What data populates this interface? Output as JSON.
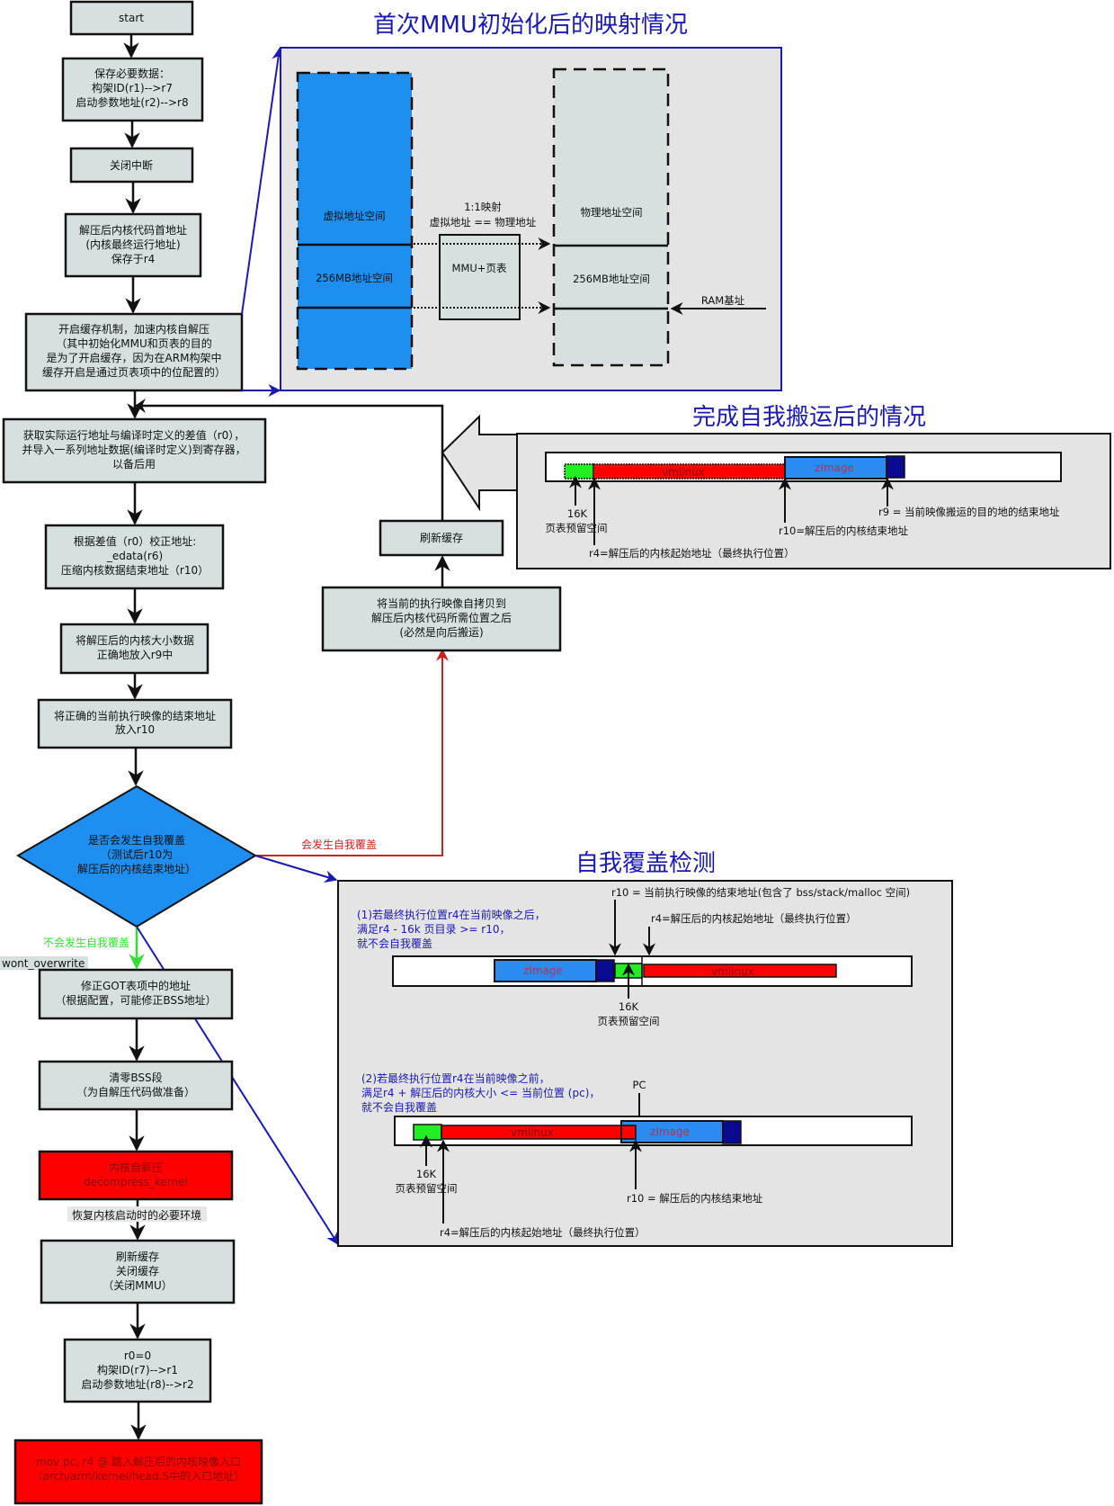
{
  "flow": {
    "start": "start",
    "save_data": [
      "保存必要数据：",
      "构架ID(r1)-->r7",
      "启动参数地址(r2)-->r8"
    ],
    "disable_irq": "关闭中断",
    "kernel_addr": [
      "解压后内核代码首地址",
      "(内核最终运行地址)",
      "保存于r4"
    ],
    "enable_cache": [
      "开启缓存机制，加速内核自解压",
      "（其中初始化MMU和页表的目的",
      "是为了开启缓存，因为在ARM构架中",
      "缓存开启是通过页表项中的位配置的）"
    ],
    "get_offset": [
      "获取实际运行地址与编译时定义的差值（r0），",
      "并导入一系列地址数据(编译时定义)到寄存器，",
      "以备后用"
    ],
    "fix_addr": [
      "根据差值（r0）校正地址:",
      "_edata(r6)",
      "压缩内核数据结束地址（r10）"
    ],
    "kernel_size": [
      "将解压后的内核大小数据",
      "正确地放入r9中"
    ],
    "image_end": [
      "将正确的当前执行映像的结束地址",
      "放入r10"
    ],
    "decision": [
      "是否会发生自我覆盖",
      "（测试后r10为",
      "解压后的内核结束地址）"
    ],
    "yes_label": "会发生自我覆盖",
    "no_label": "不会发生自我覆盖",
    "wont_overwrite": "wont_overwrite",
    "fix_got": [
      "修正GOT表项中的地址",
      "（根据配置，可能修正BSS地址）"
    ],
    "clear_bss": [
      "清零BSS段",
      "（为自解压代码做准备）"
    ],
    "decompress": [
      "内核自解压",
      "decompress_kernel"
    ],
    "restore_env": "恢复内核启动时的必要环境",
    "flush_cache": [
      "刷新缓存",
      "关闭缓存",
      "（关闭MMU）"
    ],
    "set_regs": [
      "r0=0",
      "构架ID(r7)-->r1",
      "启动参数地址(r8)-->r2"
    ],
    "jump": [
      "mov pc, r4 @ 跳入解压后的内核映像入口",
      "（arch/arm/kernel/head.S中的入口地址）"
    ],
    "copy_image": [
      "将当前的执行映像自拷贝到",
      "解压后内核代码所需位置之后",
      "(必然是向后搬运)"
    ],
    "flush_cache2": "刷新缓存"
  },
  "mmu_panel": {
    "title": "首次MMU初始化后的映射情况",
    "virtual": "虚拟地址空间",
    "virtual_256": "256MB地址空间",
    "mapping": [
      "1:1映射",
      "虚拟地址 == 物理地址"
    ],
    "mmu_box": "MMU+页表",
    "physical": "物理地址空间",
    "physical_256": "256MB地址空间",
    "ram_base": "RAM基址"
  },
  "relocate_panel": {
    "title": "完成自我搬运后的情况",
    "vmlinux": "vmlinux",
    "zimage": "zImage",
    "label_16k": [
      "16K",
      "页表预留空间"
    ],
    "label_r4": "r4=解压后的内核起始地址（最终执行位置）",
    "label_r10": "r10=解压后的内核结束地址",
    "label_r9": "r9 = 当前映像搬运的目的地的结束地址"
  },
  "overwrite_panel": {
    "title": "自我覆盖检测",
    "r10_note": "r10 = 当前执行映像的结束地址(包含了  bss/stack/malloc 空间)",
    "r4_note": "r4=解压后的内核起始地址（最终执行位置）",
    "case1": [
      "(1)若最终执行位置r4在当前映像之后，",
      "满足r4 - 16k 页目录 >= r10，",
      "就不会自我覆盖"
    ],
    "case2": [
      "(2)若最终执行位置r4在当前映像之前，",
      "满足r4 + 解压后的内核大小 <= 当前位置 (pc)，",
      "就不会自我覆盖"
    ],
    "pc": "PC",
    "zimage": "zImage",
    "vmlinux": "vmlinux",
    "label_16k": [
      "16K",
      "页表预留空间"
    ],
    "label_r10_end": "r10 = 解压后的内核结束地址",
    "label_r4_start": "r4=解压后的内核起始地址（最终执行位置）"
  },
  "colors": {
    "box_fill": "#d6e0e0",
    "decision_fill": "#1e8ff0",
    "red": "#ff0000",
    "green": "#22ee22",
    "zimage_blue": "#2a8cf0",
    "dark_blue": "#0a0a90",
    "title_blue": "#1a1ab0"
  }
}
